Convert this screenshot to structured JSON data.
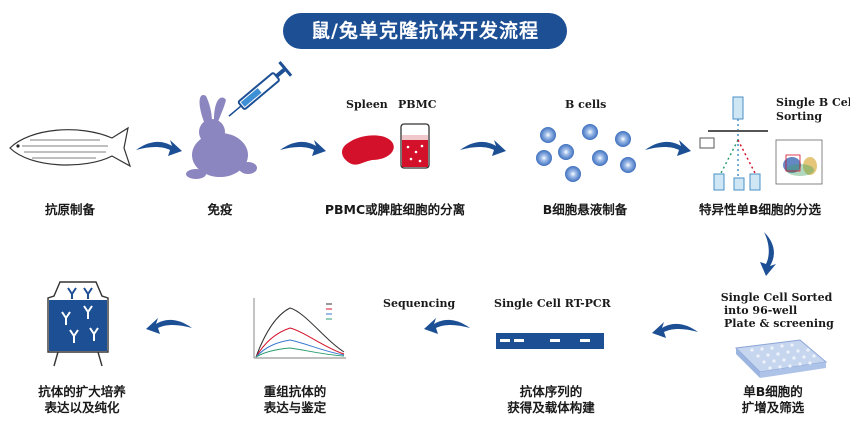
{
  "title": "鼠/兔单克隆抗体开发流程",
  "steps": {
    "antigen": "抗原制备",
    "immunization": "免疫",
    "isolation": "PBMC或脾脏细胞的分离",
    "bcell_prep": "B细胞悬液制备",
    "sorting": "特异性单B细胞的分选",
    "expansion": "单B细胞的扩增及筛选",
    "sequence": "抗体序列的获得及载体构建",
    "recombinant": "重组抗体的表达与鉴定",
    "culture": "抗体的扩大培养表达以及纯化"
  },
  "step_lines": {
    "expansion": [
      "单B细胞的",
      "扩增及筛选"
    ],
    "sequence": [
      "抗体序列的",
      "获得及载体构建"
    ],
    "recombinant": [
      "重组抗体的",
      "表达与鉴定"
    ],
    "culture": [
      "抗体的扩大培养",
      "表达以及纯化"
    ]
  },
  "annotations": {
    "spleen": "Spleen",
    "pbmc": "PBMC",
    "b_cells": "B cells",
    "single_b_sorting_line1": "Single B Cell",
    "single_b_sorting_line2": "Sorting",
    "sorted_line1": "Single Cell Sorted",
    "sorted_line2": "into 96-well",
    "sorted_line3": "Plate & screening",
    "rtpcr": "Single Cell RT-PCR",
    "sequencing": "Sequencing"
  },
  "colors": {
    "title_bg": "#1d4f94",
    "arrow": "#1d4f94",
    "rabbit": "#8c86c0",
    "spleen": "#d4112a",
    "cell": "#5f8ed1"
  },
  "icons": [
    "fish-icon",
    "rabbit-icon",
    "syringe-icon",
    "spleen-icon",
    "tube-icon",
    "b-cell-icon",
    "sorter-icon",
    "plate-icon",
    "gel-icon",
    "sensorgram-icon",
    "bioreactor-icon",
    "flow-arrow-icon"
  ]
}
